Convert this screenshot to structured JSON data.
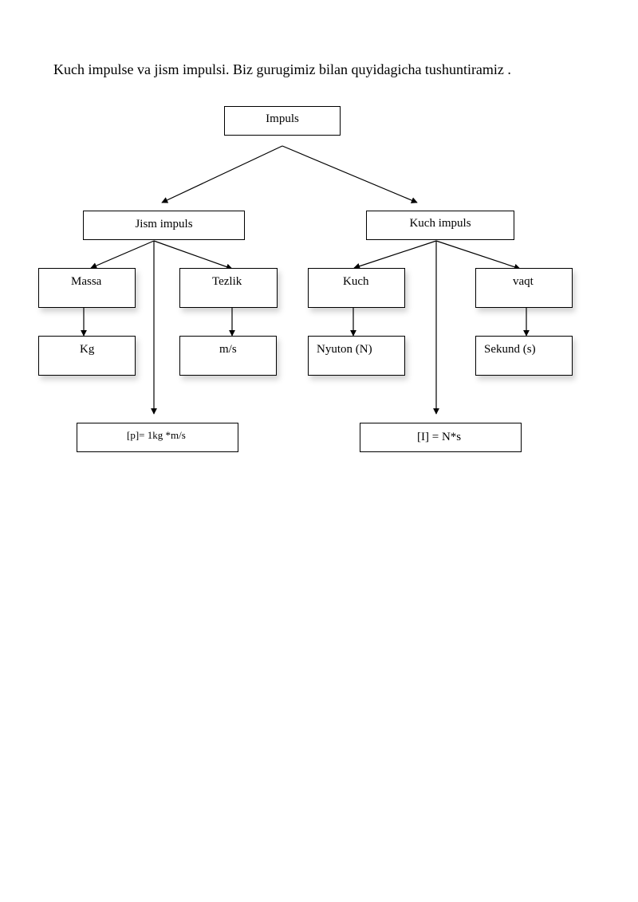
{
  "intro_text": "Kuch impulse va jism impulsi. Biz gurugimiz bilan quyidagicha tushuntiramiz .",
  "diagram": {
    "root": "Impuls",
    "left": {
      "title": "Jism impuls",
      "child_a": {
        "name": "Massa",
        "unit": "Kg"
      },
      "child_b": {
        "name": "Tezlik",
        "unit": "m/s"
      },
      "formula": "[p]= 1kg *m/s"
    },
    "right": {
      "title": "Kuch impuls",
      "child_a": {
        "name": "Kuch",
        "unit": "Nyuton (N)"
      },
      "child_b": {
        "name": "vaqt",
        "unit": "Sekund (s)"
      },
      "formula": "[I] = N*s"
    }
  }
}
